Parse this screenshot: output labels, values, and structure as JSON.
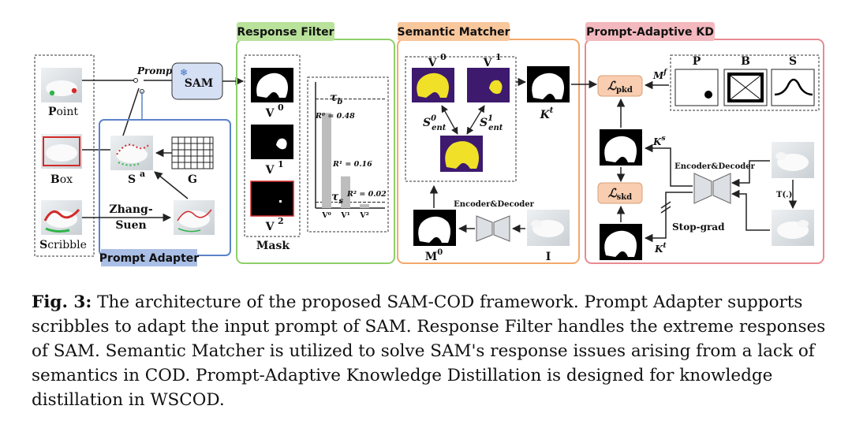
{
  "headers": {
    "response_filter": "Response Filter",
    "semantic_matcher": "Semantic Matcher",
    "prompt_adaptive_kd": "Prompt-Adaptive KD",
    "prompt_adapter": "Prompt Adapter"
  },
  "inputs": {
    "point": {
      "initial": "P",
      "rest": "oint"
    },
    "box": {
      "initial": "B",
      "rest": "ox"
    },
    "scribble": {
      "initial": "S",
      "rest": "cribble"
    }
  },
  "prompt_label": "Prompt",
  "sam_label": "SAM",
  "adapter": {
    "sa": "S",
    "sa_sup": "a",
    "g": "G",
    "zhang": "Zhang-",
    "suen": "Suen"
  },
  "response_filter": {
    "v0": "V",
    "v0_sup": "0",
    "v1": "V",
    "v1_sup": "1",
    "v2": "V",
    "v2_sup": "2",
    "mask": "Mask",
    "tau_b": "τ",
    "tau_b_sub": "b",
    "tau_s": "τ",
    "tau_s_sub": "s",
    "r0": "R⁰ = 0.48",
    "r1": "R¹ = 0.16",
    "r2": "R² = 0.02",
    "axis_v0": "V⁰",
    "axis_v1": "V¹",
    "axis_v2": "V²"
  },
  "chart_data": {
    "type": "bar",
    "categories": [
      "V⁰",
      "V¹",
      "V²"
    ],
    "values": [
      0.48,
      0.16,
      0.02
    ],
    "thresholds": {
      "tau_b": 0.55,
      "tau_s": 0.03
    },
    "ylim": [
      0,
      0.62
    ]
  },
  "semantic_matcher": {
    "v0": "V",
    "v0_sup": "0",
    "v1": "V",
    "v1_sup": "1",
    "s0": "S",
    "s0_sup": "0",
    "s0_sub": "ent",
    "s1": "S",
    "s1_sup": "1",
    "s1_sub": "ent",
    "kt": "K",
    "kt_sup": "t",
    "enc_dec": "Encoder&Decoder",
    "m0": "M",
    "m0_sup": "0",
    "i": "I"
  },
  "kd": {
    "l_pkd": "ℒ",
    "l_pkd_sub": "pkd",
    "l_skd": "ℒ",
    "l_skd_sub": "skd",
    "mf": "M",
    "mf_sup": "f",
    "ks": "K",
    "ks_sup": "s",
    "kt": "K",
    "kt_sup": "t",
    "p": "P",
    "b": "B",
    "s": "S",
    "enc_dec": "Encoder&Decoder",
    "t": "T(.)",
    "stop_grad": "Stop-grad"
  },
  "caption": {
    "label": "Fig. 3:",
    "text": " The architecture of the proposed SAM-COD framework. Prompt Adapter supports scribbles to adapt the input prompt of SAM. Response Filter handles the extreme responses of SAM. Semantic Matcher is utilized to solve SAM's response issues arising from a lack of semantics in COD. Prompt-Adaptive Knowledge Distillation is designed for knowledge distillation in WSCOD."
  },
  "colors": {
    "response_filter": "#8fcf6a",
    "semantic_matcher": "#f3a86b",
    "prompt_adaptive_kd": "#e98a92",
    "prompt_adapter": "#5b83c9",
    "sam_fill": "#d6e0f5",
    "loss_fill": "#f8cdb0",
    "purple": "#3d1a6e",
    "yellow": "#f0e028"
  }
}
